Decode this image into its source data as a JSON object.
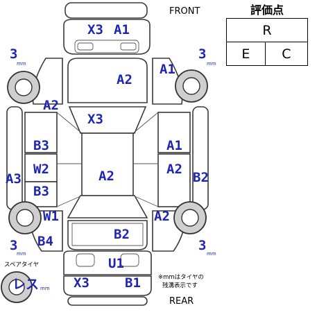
{
  "labels": {
    "front": "FRONT",
    "rear": "REAR",
    "spare_tire": "スペアタイヤ",
    "note_line1": "※mmはタイヤの",
    "note_line2": "残溝表示です"
  },
  "grade": {
    "title": "評価点",
    "overall": "R",
    "interior": "E",
    "exterior": "C"
  },
  "tread_depth": {
    "front_left": {
      "value": "3",
      "unit": "mm"
    },
    "front_right": {
      "value": "3",
      "unit": "mm"
    },
    "rear_left": {
      "value": "3",
      "unit": "mm"
    },
    "rear_right": {
      "value": "3",
      "unit": "mm"
    },
    "spare": {
      "value": "レス",
      "unit": "mm"
    }
  },
  "damage_codes": {
    "front_bumper_left": "X3",
    "front_bumper_right": "A1",
    "hood": "A2",
    "front_fender_right": "A1",
    "front_fender_left": "A2",
    "windshield": "X3",
    "left_front_door": "B3",
    "left_pillar": "W2",
    "left_rear_door": "B3",
    "left_side_sill": "A3",
    "right_front_door": "A1",
    "right_rear_door": "A2",
    "right_side_sill": "B2",
    "roof": "A2",
    "left_rear_wheel_arch": "W1",
    "left_quarter": "B4",
    "trunk": "B2",
    "right_quarter": "A2",
    "rear_panel": "U1",
    "rear_bumper_left": "X3",
    "rear_bumper_right": "B1"
  }
}
